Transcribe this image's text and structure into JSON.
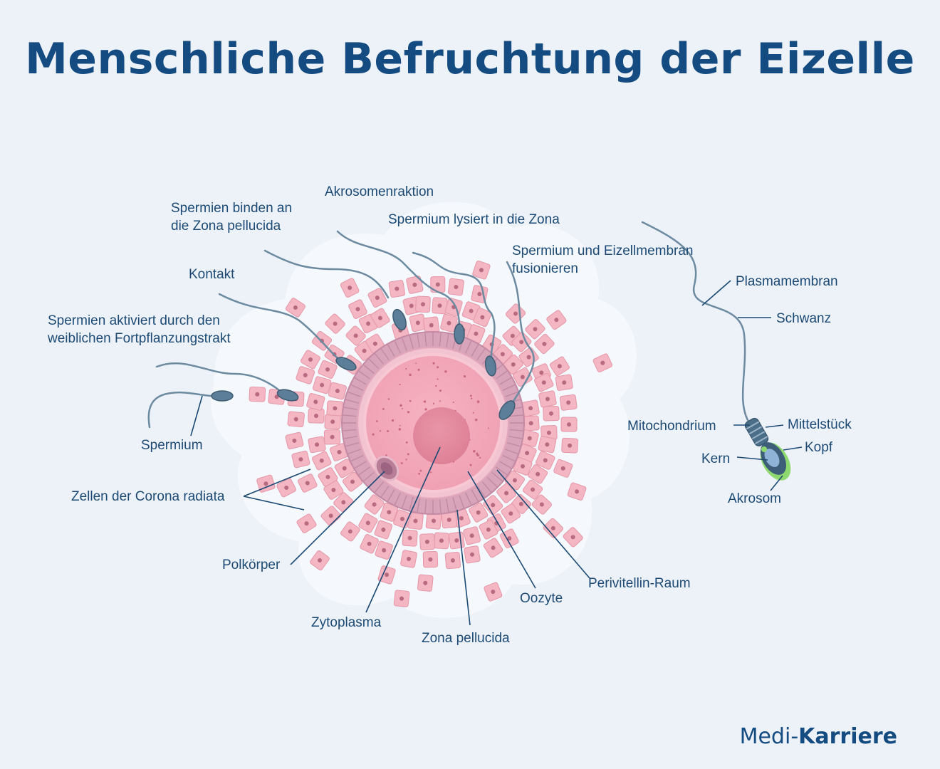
{
  "title": "Menschliche Befruchtung der Eizelle",
  "labels": {
    "akrosomenreaktion": "Akrosomenraktion",
    "binden_line1": "Spermien binden an",
    "binden_line2": "die Zona pellucida",
    "lysiert": "Spermium lysiert in die Zona",
    "fusion_line1": "Spermium und Eizellmembran",
    "fusion_line2": "fusionieren",
    "kontakt": "Kontakt",
    "aktiviert_line1": "Spermien aktiviert durch den",
    "aktiviert_line2": "weiblichen Fortpflanzungstrakt",
    "spermium": "Spermium",
    "corona": "Zellen der Corona radiata",
    "polkoerper": "Polkörper",
    "zytoplasma": "Zytoplasma",
    "zona_pellucida": "Zona pellucida",
    "oozyte": "Oozyte",
    "perivitellin": "Perivitellin-Raum",
    "plasmamembran": "Plasmamembran",
    "schwanz": "Schwanz",
    "mitochondrium": "Mitochondrium",
    "mittelstueck": "Mittelstück",
    "kern": "Kern",
    "kopf": "Kopf",
    "akrosom": "Akrosom"
  },
  "logo": {
    "part1": "Medi",
    "separator": "-",
    "part2": "Karriere"
  },
  "colors": {
    "title": "#144b80",
    "label": "#1c4a74",
    "background": "#edf2f9",
    "corona_cell": "#f4b6c2",
    "zona": "#d9a3b9",
    "oocyte": "#f5aabb",
    "nucleus": "#e5899e",
    "sperm": "#5d7e98",
    "acrosome": "#8ed96f"
  }
}
